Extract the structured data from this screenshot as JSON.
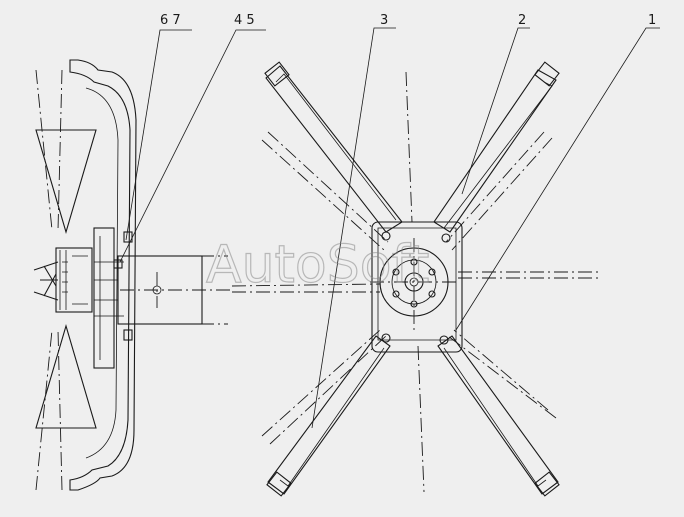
{
  "watermark": "AutoSoft",
  "callouts": {
    "c67": "6  7",
    "c45": "4  5",
    "c3": "3",
    "c2": "2",
    "c1": "1"
  }
}
